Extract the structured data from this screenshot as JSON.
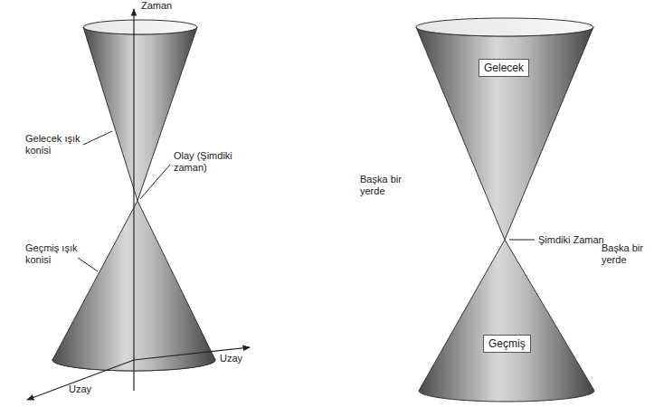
{
  "diagram": {
    "nodes": [
      {
        "text": [
          "Gelecek"
        ]
      },
      {
        "text": [
          "Geçmiş"
        ]
      }
    ],
    "labels": [
      "Zaman",
      "Gelecek ışık konisi",
      "Olay (Şimdiki zaman)",
      "Geçmiş ışık konisi",
      "Uzay",
      "Uzay",
      "Başka bir yerde",
      "Şimdiki Zaman",
      "Başka bir yerde"
    ]
  }
}
